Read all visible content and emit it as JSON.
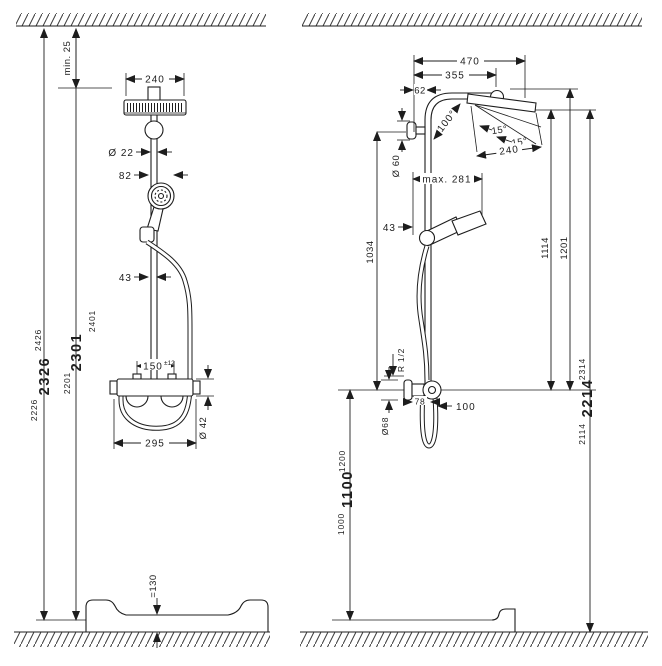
{
  "colors": {
    "line": "#1d1d1d",
    "background": "#ffffff"
  },
  "left": {
    "min25": "min. 25",
    "w240": "240",
    "d22": "Ø 22",
    "n82": "82",
    "n43": "43",
    "n150": "150",
    "tol150": "±12",
    "d42": "Ø 42",
    "w295": "295",
    "h130": "=130",
    "s2226": "2226",
    "s2326": "2326",
    "s2426": "2426",
    "s2201": "2201",
    "s2301": "2301",
    "s2401": "2401"
  },
  "right": {
    "w470": "470",
    "w355": "355",
    "w62": "62",
    "a100": "100°",
    "a15a": "15°",
    "a15b": "15°",
    "w240": "240",
    "d60": "Ø 60",
    "max281": "max. 281",
    "n43": "43",
    "h1034": "1034",
    "h1114": "1114",
    "h1201": "1201",
    "r12": "R 1/2",
    "d68": "Ø68",
    "n78": "78",
    "n100": "100",
    "s1000": "1000",
    "s1100": "1100",
    "s1200": "1200",
    "s2114": "2114",
    "s2214": "2214",
    "s2314": "2314"
  }
}
